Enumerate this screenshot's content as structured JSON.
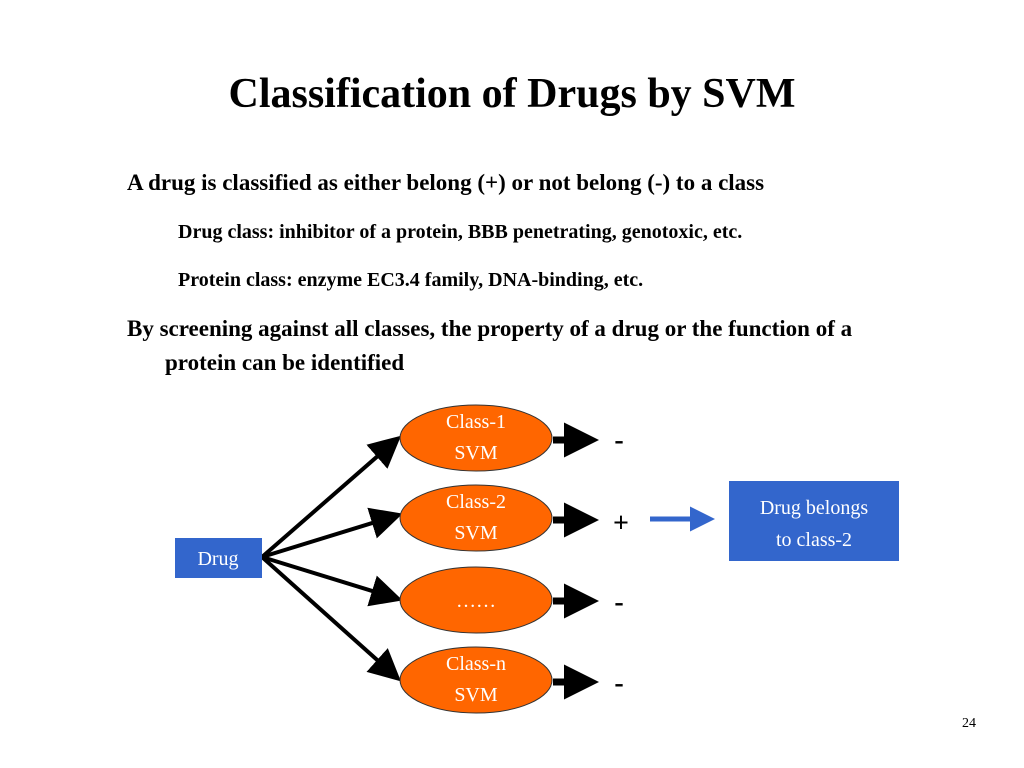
{
  "slide": {
    "title": "Classification of Drugs by SVM",
    "bullet1": "A drug is classified as either belong (+) or not belong (-) to a class",
    "sub1": "Drug class: inhibitor of a protein, BBB penetrating, genotoxic, etc.",
    "sub2": "Protein class: enzyme EC3.4 family, DNA-binding, etc.",
    "bullet2": "By screening against all classes, the property of a drug or the function of a protein can be identified",
    "page_number": "24"
  },
  "diagram": {
    "input_label": "Drug",
    "classifiers": [
      {
        "line1": "Class-1",
        "line2": "SVM",
        "result": "-"
      },
      {
        "line1": "Class-2",
        "line2": "SVM",
        "result": "+"
      },
      {
        "line1": "……",
        "line2": "",
        "result": "-"
      },
      {
        "line1": "Class-n",
        "line2": "SVM",
        "result": "-"
      }
    ],
    "output_line1": "Drug belongs",
    "output_line2": "to class-2",
    "colors": {
      "oval_fill": "#ff6600",
      "box_fill": "#3366cc",
      "output_arrow": "#3366cc",
      "arrow": "#000000"
    }
  }
}
